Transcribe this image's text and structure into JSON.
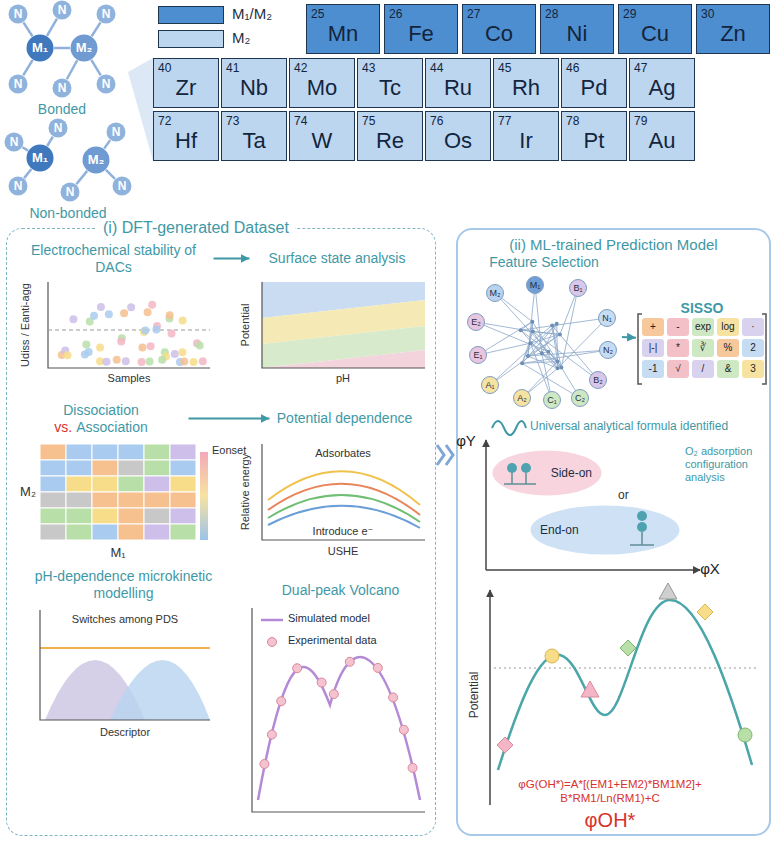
{
  "diagram": {
    "nodes": [
      {
        "text": [
          "N"
        ]
      },
      {
        "text": [
          "N"
        ]
      },
      {
        "text": [
          "N"
        ]
      },
      {
        "text": [
          "M₁"
        ]
      },
      {
        "text": [
          "M₂"
        ]
      },
      {
        "text": [
          "N"
        ]
      },
      {
        "text": [
          "N"
        ]
      },
      {
        "text": [
          "N"
        ]
      },
      {
        "text": [
          "N"
        ]
      },
      {
        "text": [
          "N"
        ]
      },
      {
        "text": [
          "N"
        ]
      },
      {
        "text": [
          "M₁"
        ]
      },
      {
        "text": [
          "M₂"
        ]
      },
      {
        "text": [
          "N"
        ]
      },
      {
        "text": [
          "N"
        ]
      },
      {
        "text": [
          "N"
        ]
      },
      {
        "text": [
          "25",
          "Mn"
        ]
      },
      {
        "text": [
          "26",
          "Fe"
        ]
      },
      {
        "text": [
          "27",
          "Co"
        ]
      },
      {
        "text": [
          "28",
          "Ni"
        ]
      },
      {
        "text": [
          "29",
          "Cu"
        ]
      },
      {
        "text": [
          "30",
          "Zn"
        ]
      },
      {
        "text": [
          "40",
          "Zr"
        ]
      },
      {
        "text": [
          "41",
          "Nb"
        ]
      },
      {
        "text": [
          "42",
          "Mo"
        ]
      },
      {
        "text": [
          "43",
          "Tc"
        ]
      },
      {
        "text": [
          "44",
          "Ru"
        ]
      },
      {
        "text": [
          "45",
          "Rh"
        ]
      },
      {
        "text": [
          "46",
          "Pd"
        ]
      },
      {
        "text": [
          "47",
          "Ag"
        ]
      },
      {
        "text": [
          "72",
          "Hf"
        ]
      },
      {
        "text": [
          "73",
          "Ta"
        ]
      },
      {
        "text": [
          "74",
          "W"
        ]
      },
      {
        "text": [
          "75",
          "Re"
        ]
      },
      {
        "text": [
          "76",
          "Os"
        ]
      },
      {
        "text": [
          "77",
          "Ir"
        ]
      },
      {
        "text": [
          "78",
          "Pt"
        ]
      },
      {
        "text": [
          "79",
          "Au"
        ]
      },
      {
        "text": [
          "(i) DFT-generated Dataset"
        ]
      },
      {
        "text": [
          "Electrochemical stability of DACs"
        ],
        "in": 38
      },
      {
        "text": [
          "Surface state analysis"
        ],
        "in": 38
      },
      {
        "text": [
          "Dissociation",
          "vs.",
          "Association"
        ],
        "in": 38
      },
      {
        "text": [
          "Potential dependence"
        ],
        "in": 38
      },
      {
        "text": [
          "pH-dependence microkinetic modelling"
        ],
        "in": 38
      },
      {
        "text": [
          "Dual-peak Volcano"
        ],
        "in": 38
      },
      {
        "text": [
          "(ii) ML-trained Prediction Model"
        ]
      },
      {
        "text": [
          "Feature Selection"
        ],
        "in": 45
      },
      {
        "text": [
          "M₂"
        ],
        "in": 46
      },
      {
        "text": [
          "M₁"
        ],
        "in": 46
      },
      {
        "text": [
          "B₁"
        ],
        "in": 46
      },
      {
        "text": [
          "E₂"
        ],
        "in": 46
      },
      {
        "text": [
          "N₁"
        ],
        "in": 46
      },
      {
        "text": [
          "E₁"
        ],
        "in": 46
      },
      {
        "text": [
          "N₂"
        ],
        "in": 46
      },
      {
        "text": [
          "A₁"
        ],
        "in": 46
      },
      {
        "text": [
          "B₂"
        ],
        "in": 46
      },
      {
        "text": [
          "A₂"
        ],
        "in": 46
      },
      {
        "text": [
          "C₁"
        ],
        "in": 46
      },
      {
        "text": [
          "C₂"
        ],
        "in": 46
      },
      {
        "text": [
          "SISSO"
        ],
        "in": 45
      },
      {
        "text": [
          "+"
        ],
        "in": 59
      },
      {
        "text": [
          "-"
        ],
        "in": 59
      },
      {
        "text": [
          "exp"
        ],
        "in": 59
      },
      {
        "text": [
          "log"
        ],
        "in": 59
      },
      {
        "text": [
          "·"
        ],
        "in": 59
      },
      {
        "text": [
          "|-|"
        ],
        "in": 59
      },
      {
        "text": [
          "*"
        ],
        "in": 59
      },
      {
        "text": [
          "∛"
        ],
        "in": 59
      },
      {
        "text": [
          "%"
        ],
        "in": 59
      },
      {
        "text": [
          "2"
        ],
        "in": 59
      },
      {
        "text": [
          "-1"
        ],
        "in": 59
      },
      {
        "text": [
          "√"
        ],
        "in": 59
      },
      {
        "text": [
          "/"
        ],
        "in": 59
      },
      {
        "text": [
          "&"
        ],
        "in": 59
      },
      {
        "text": [
          "3"
        ],
        "in": 59
      },
      {
        "text": [
          "Side-on"
        ],
        "in": 45
      },
      {
        "text": [
          "End-on"
        ],
        "in": 45
      }
    ],
    "edges": [
      {
        "from": 3,
        "to": 0,
        "arrow": "none"
      },
      {
        "from": 3,
        "to": 1,
        "arrow": "none"
      },
      {
        "from": 3,
        "to": 5,
        "arrow": "none"
      },
      {
        "from": 4,
        "to": 2,
        "arrow": "none"
      },
      {
        "from": 4,
        "to": 6,
        "arrow": "none"
      },
      {
        "from": 4,
        "to": 7,
        "arrow": "none"
      },
      {
        "from": 3,
        "to": 4,
        "arrow": "none"
      },
      {
        "from": 11,
        "to": 8,
        "arrow": "none"
      },
      {
        "from": 11,
        "to": 10,
        "arrow": "none"
      },
      {
        "from": 11,
        "to": 13,
        "arrow": "none"
      },
      {
        "from": 12,
        "to": 9,
        "arrow": "none"
      },
      {
        "from": 12,
        "to": 14,
        "arrow": "none"
      },
      {
        "from": 12,
        "to": 15,
        "arrow": "none"
      },
      {
        "from": 39,
        "to": 40,
        "arrow": "to"
      },
      {
        "from": 41,
        "to": 42,
        "arrow": "to"
      },
      {
        "from": 46,
        "to": 59,
        "arrow": "to"
      }
    ],
    "labels": [
      "Bonded",
      "Non-bonded",
      "Udiss / Eanti-agg",
      "Samples",
      "Potential",
      "pH",
      "Eonset",
      "M₂",
      "M₁",
      "Adsorbates",
      "Introduce e⁻",
      "Relative energy",
      "USHE",
      "Switches among PDS",
      "Descriptor",
      "Universal analytical formula identified",
      "O₂ adsorption configuration analysis",
      "or",
      "φY",
      "φX",
      "Potential",
      "φG(OH*)=A*[(EM1+EM2)*BM1M2]+ B*RM1/Ln(RM1)+C",
      "φOH*"
    ],
    "legend": [
      {
        "text": "M₁/M₂",
        "color": "#4d8ed0"
      },
      {
        "text": "M₂",
        "color": "#bcd6f0"
      },
      {
        "text": "Simulated model"
      },
      {
        "text": "Experimental data"
      }
    ]
  }
}
